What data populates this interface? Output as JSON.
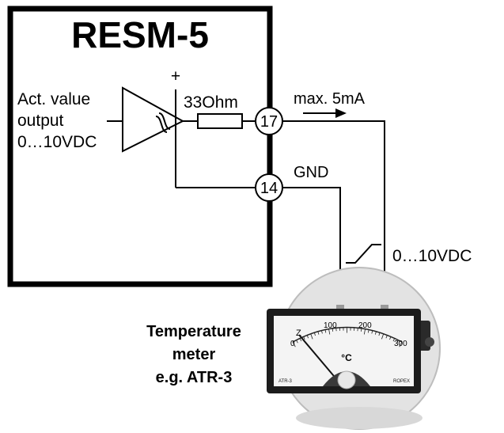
{
  "device": {
    "title": "RESM-5"
  },
  "output_label": {
    "line1": "Act. value",
    "line2": "output",
    "line3": "0…10VDC"
  },
  "plus_supply": "+",
  "resistor_label": "33Ohm",
  "terminals": {
    "t17": "17",
    "t14": "14"
  },
  "current_label": "max. 5mA",
  "gnd_label": "GND",
  "voltage_label": "0…10VDC",
  "meter_polarity": {
    "minus": "-",
    "plus": "+"
  },
  "meter_label": {
    "line1": "Temperature",
    "line2": "meter",
    "line3": "e.g. ATR-3"
  },
  "meter_face": {
    "unit": "°C",
    "brand_left": "ATR-3",
    "brand_right": "ROPEX",
    "zero_label": "Z",
    "scale_ticks": [
      "0",
      "100",
      "200",
      "300"
    ]
  },
  "colors": {
    "line": "#000000",
    "meter_frame": "#1c1c1c",
    "meter_face": "#f4f4f4"
  }
}
